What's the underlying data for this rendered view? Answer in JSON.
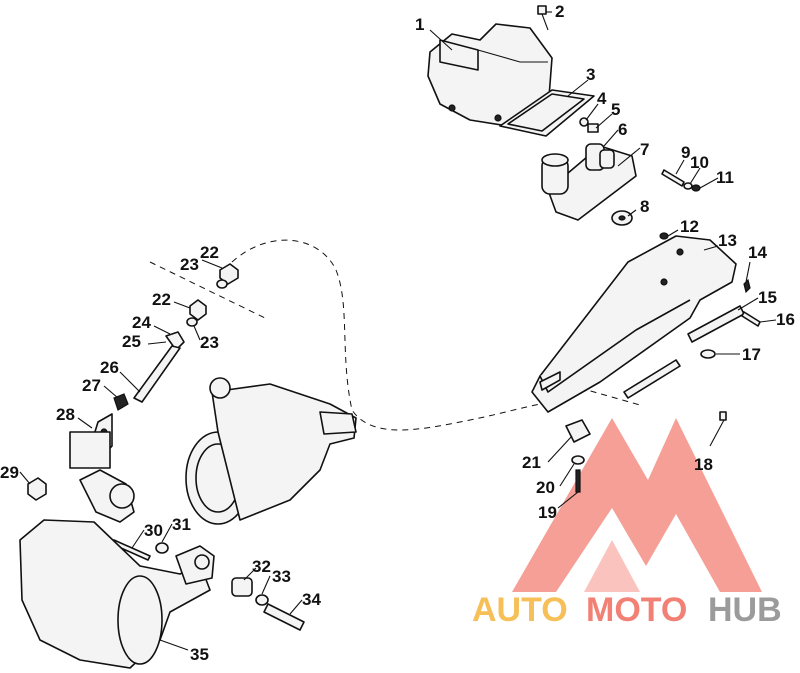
{
  "diagram": {
    "callouts": [
      "1",
      "2",
      "3",
      "4",
      "5",
      "6",
      "7",
      "8",
      "9",
      "10",
      "11",
      "12",
      "13",
      "14",
      "15",
      "16",
      "17",
      "18",
      "19",
      "20",
      "21",
      "22",
      "22",
      "23",
      "23",
      "24",
      "25",
      "26",
      "27",
      "28",
      "29",
      "30",
      "31",
      "32",
      "33",
      "34",
      "35"
    ]
  },
  "watermark": {
    "word_part1": "AUTO",
    "word_part2": "MOTO",
    "word_part3": "HUB",
    "colors": {
      "orange": "#f5b43a",
      "red": "#f06a5c",
      "gray": "#8a8a8a"
    }
  }
}
